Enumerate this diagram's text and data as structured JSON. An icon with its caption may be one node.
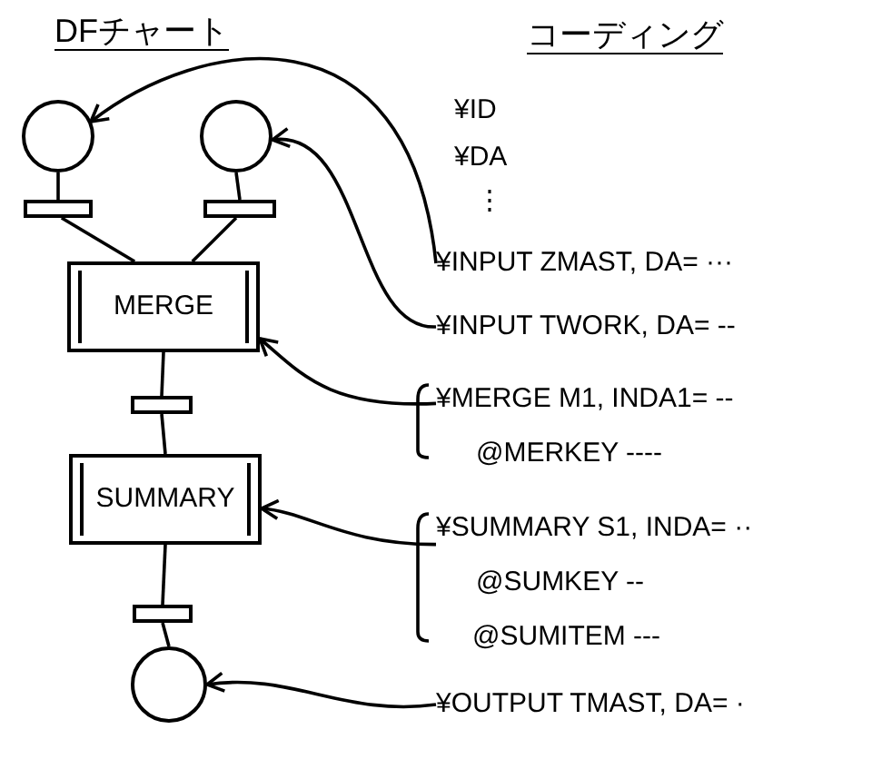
{
  "diagram": {
    "nodes": [
      {
        "text": [],
        "shape": "circle"
      },
      {
        "text": [],
        "shape": "circle"
      },
      {
        "text": [],
        "shape": "bar"
      },
      {
        "text": [],
        "shape": "bar"
      },
      {
        "text": [
          "MERGE"
        ]
      },
      {
        "text": [],
        "shape": "bar"
      },
      {
        "text": [
          "SUMMARY"
        ]
      },
      {
        "text": [],
        "shape": "bar"
      },
      {
        "text": [],
        "shape": "circle"
      },
      {
        "text": [
          "¥INPUT ZMAST, DA= ···"
        ]
      },
      {
        "text": [
          "¥INPUT TWORK, DA= --"
        ]
      },
      {
        "text": [
          "¥MERGE M1, INDA1= --"
        ]
      },
      {
        "text": [
          "@MERKEY ----"
        ]
      },
      {
        "text": [
          "¥SUMMARY S1, INDA= ··"
        ]
      },
      {
        "text": [
          "@SUMKEY --"
        ]
      },
      {
        "text": [
          "@SUMITEM ---"
        ]
      },
      {
        "text": [
          "¥OUTPUT TMAST, DA= ·"
        ]
      }
    ],
    "edges": [
      {
        "from": 0,
        "to": 2,
        "arrow": "none"
      },
      {
        "from": 1,
        "to": 3,
        "arrow": "none"
      },
      {
        "from": 2,
        "to": 4,
        "arrow": "none"
      },
      {
        "from": 3,
        "to": 4,
        "arrow": "none"
      },
      {
        "from": 4,
        "to": 5,
        "arrow": "none"
      },
      {
        "from": 5,
        "to": 6,
        "arrow": "none"
      },
      {
        "from": 6,
        "to": 7,
        "arrow": "none"
      },
      {
        "from": 7,
        "to": 8,
        "arrow": "none"
      },
      {
        "from": 9,
        "to": 0,
        "arrow": "to"
      },
      {
        "from": 10,
        "to": 1,
        "arrow": "to"
      },
      {
        "from": 11,
        "to": 4,
        "arrow": "to"
      },
      {
        "from": 13,
        "to": 6,
        "arrow": "to"
      },
      {
        "from": 16,
        "to": 8,
        "arrow": "to"
      }
    ],
    "labels": [
      "DFチャート",
      "コーディング",
      "¥ID",
      "¥DA",
      "⋮"
    ]
  }
}
